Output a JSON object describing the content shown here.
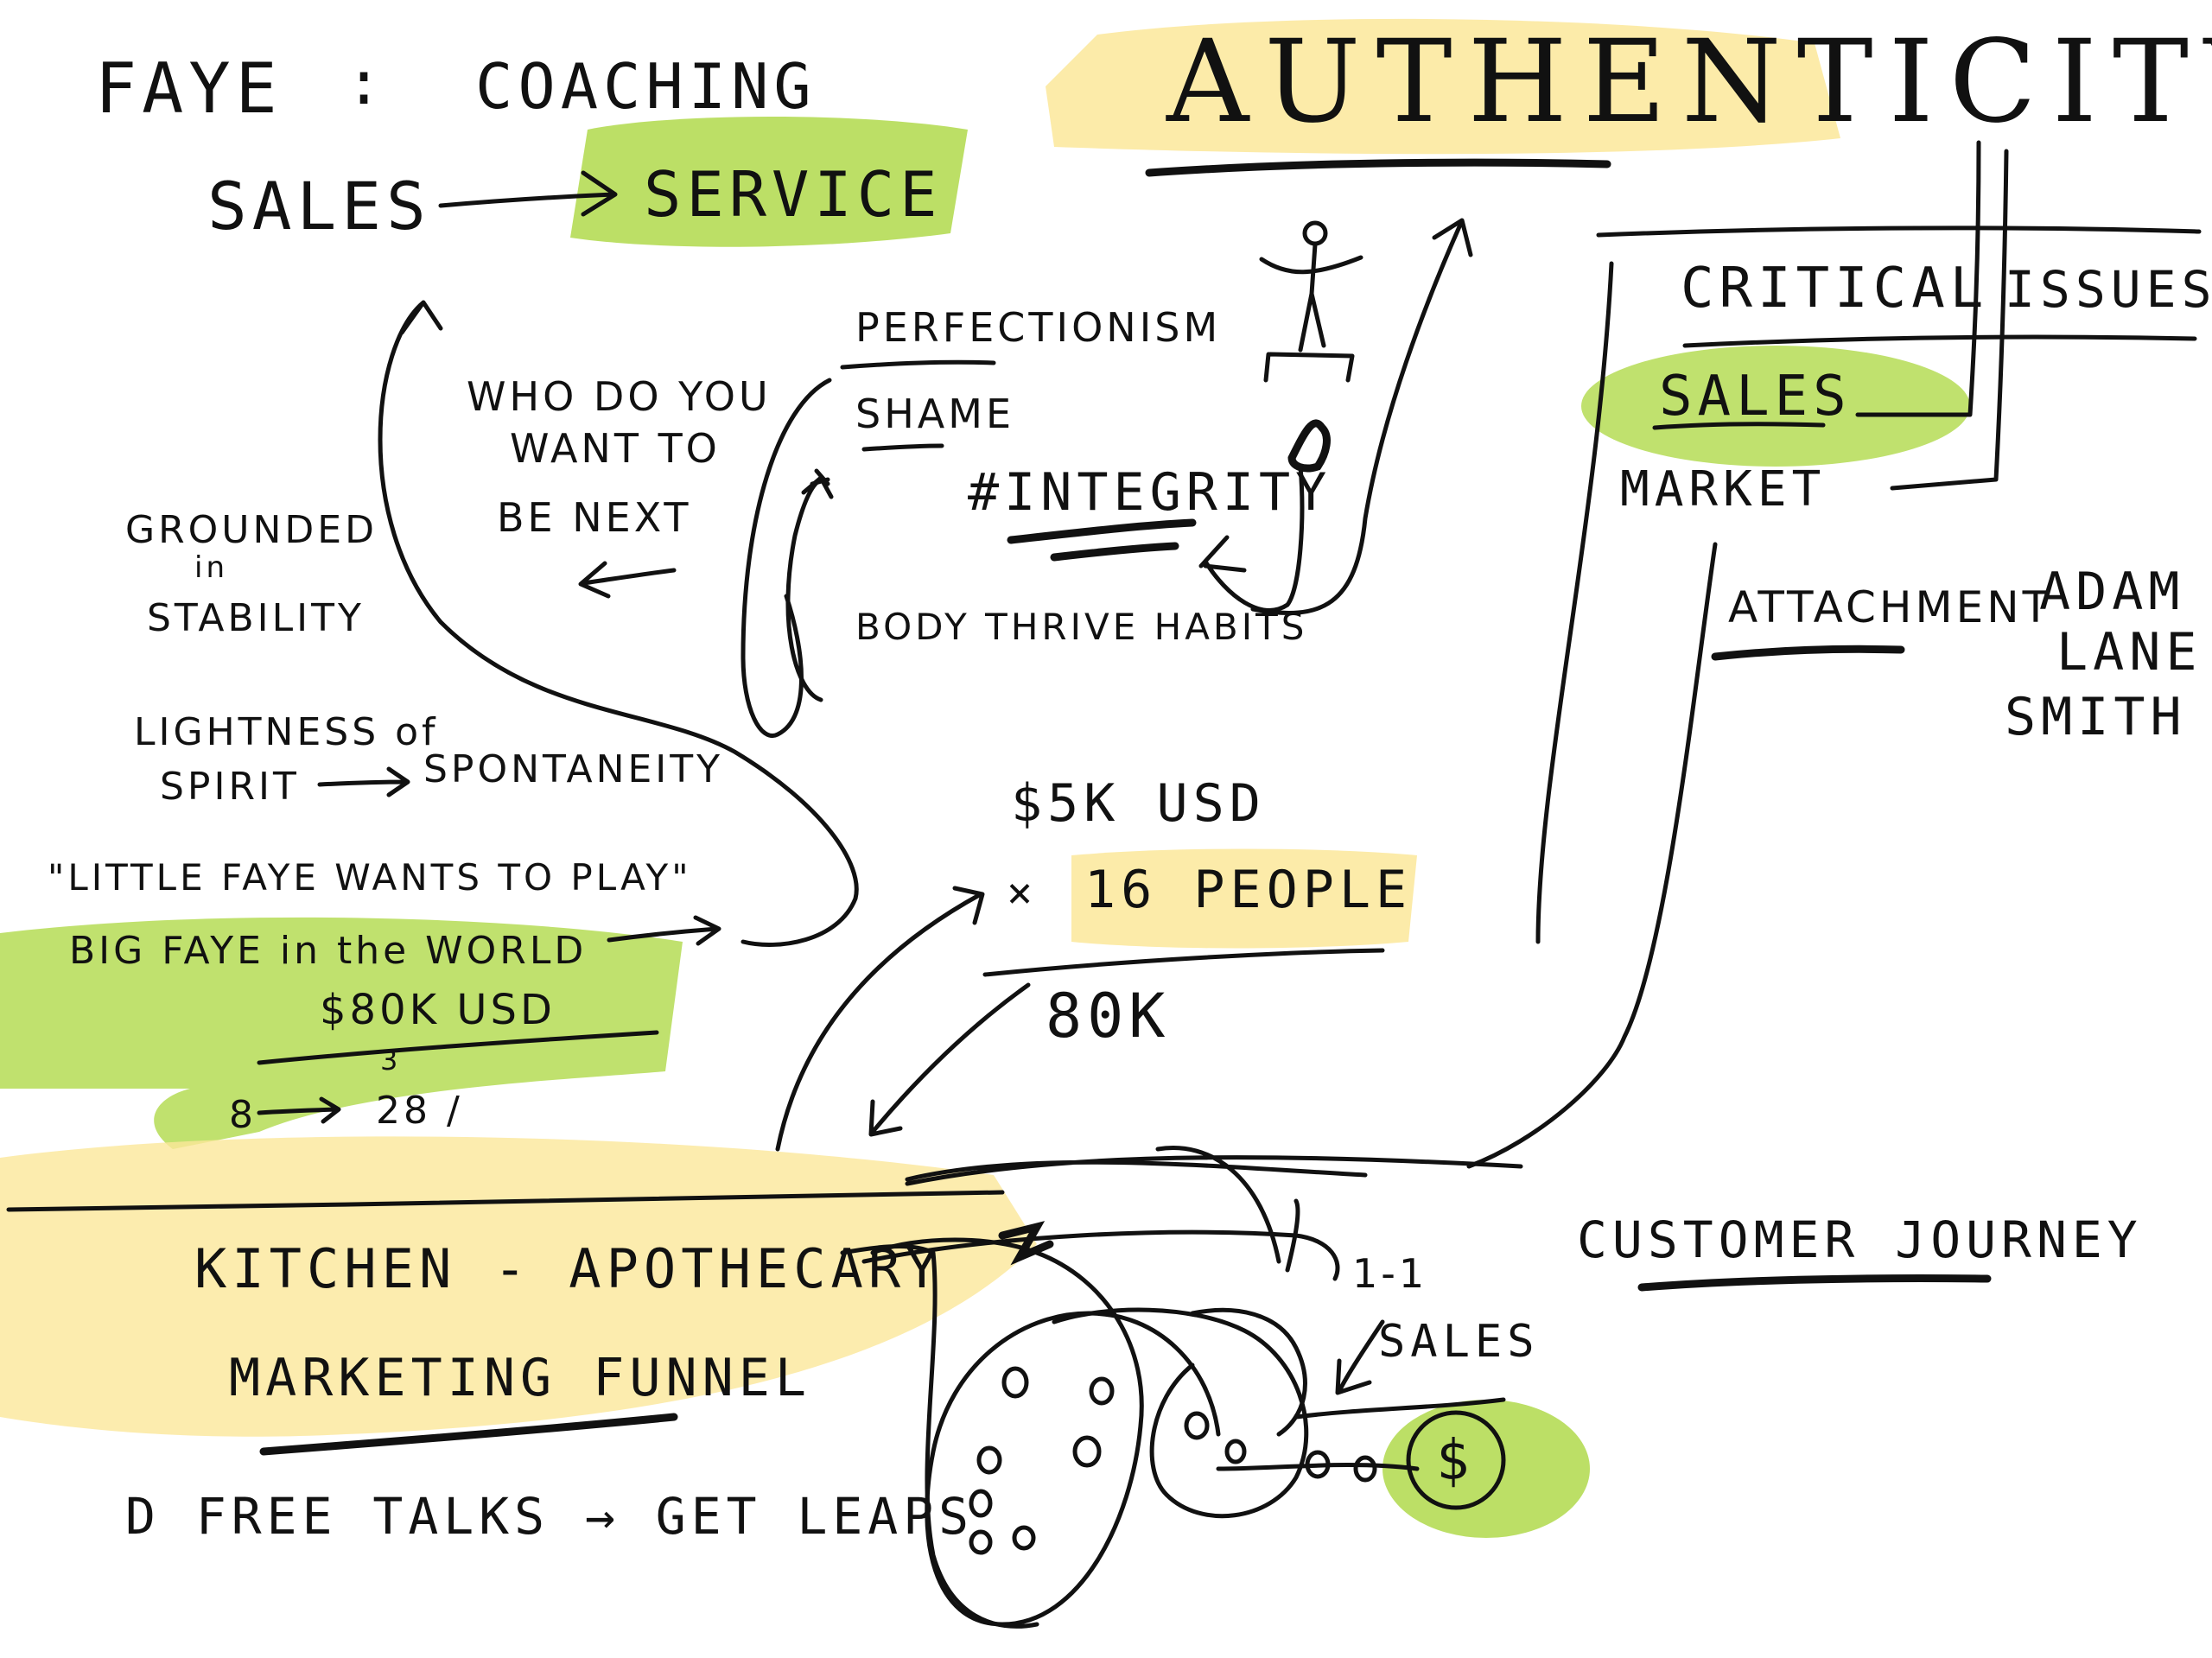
{
  "header": {
    "faye_label": "FAYE",
    "colon": ":",
    "coaching_label": "COACHING",
    "sales_label": "SALES",
    "service_label": "SERVICE",
    "authenticity_title": "AUTHENTICITY"
  },
  "critical_issues": {
    "heading_left": "CRITICAL",
    "heading_right": "ISSUES",
    "items": [
      "SALES",
      "MARKET"
    ]
  },
  "attachment": {
    "label": "ATTACHMENT",
    "person_line1": "ADAM",
    "person_line2": "LANE",
    "person_line3": "SMITH"
  },
  "middle": {
    "who_line1": "WHO DO YOU",
    "who_line2": "WANT TO",
    "who_line3": "BE NEXT",
    "perfectionism": "PERFECTIONISM",
    "shame": "SHAME",
    "integrity": "#INTEGRITY",
    "body_thrive": "BODY THRIVE HABITS"
  },
  "left": {
    "grounded_line1": "GROUNDED",
    "grounded_line2": "in",
    "grounded_line3": "STABILITY",
    "lightness_line1": "LIGHTNESS of",
    "lightness_line2": "SPIRIT",
    "spontaneity": "SPONTANEITY",
    "little_faye": "\"LITTLE FAYE WANTS TO PLAY\"",
    "big_faye": "BIG FAYE in the WORLD",
    "revenue": "$80K USD",
    "revenue_divisor": "3",
    "growth_from": "8",
    "growth_to": "28 /"
  },
  "math": {
    "price": "$5K USD",
    "multiplier": "×",
    "people": "16 PEOPLE",
    "total": "80K"
  },
  "bottom": {
    "kitchen": "KITCHEN - APOTHECARY",
    "funnel": "MARKETING FUNNEL",
    "free_talks": "D FREE TALKS → GET LEAPS",
    "customer_journey": "CUSTOMER JOURNEY",
    "one_to_one": "1-1",
    "sales": "SALES",
    "dollar": "$"
  },
  "colors": {
    "green_highlight": "#b5dc55",
    "yellow_highlight": "#fbe79a",
    "ink": "#111111"
  }
}
